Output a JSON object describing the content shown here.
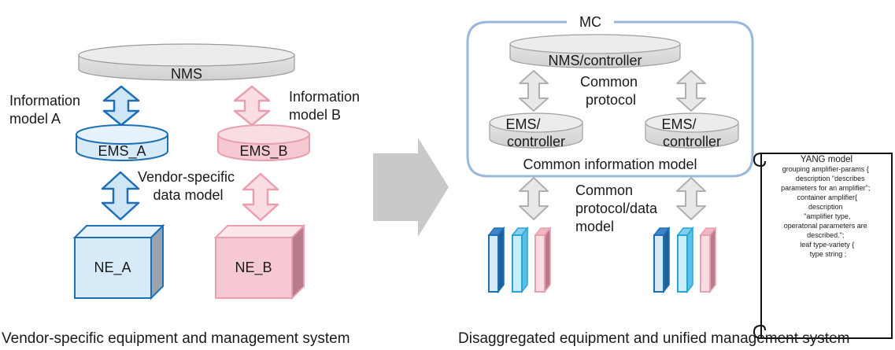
{
  "left_panel": {
    "nms": "NMS",
    "info_model_a": [
      "Information",
      "model A"
    ],
    "info_model_b": [
      "Information",
      "model B"
    ],
    "ems_a": "EMS_A",
    "ems_b": "EMS_B",
    "vendor_model": [
      "Vendor-specific",
      "data model"
    ],
    "ne_a": "NE_A",
    "ne_b": "NE_B",
    "caption": "Vendor-specific equipment and management system"
  },
  "right_panel": {
    "mc": "MC",
    "nms_controller": "NMS/controller",
    "common_protocol": [
      "Common",
      "protocol"
    ],
    "ems_controller": [
      "EMS/",
      "controller"
    ],
    "common_info_model": "Common information model",
    "common_protocol_data": [
      "Common",
      "protocol/data",
      "model"
    ],
    "caption": "Disaggregated equipment and unified management system"
  },
  "yang": {
    "title": "YANG model",
    "lines": [
      "grouping amplifier-params {",
      "description \"describes",
      "parameters for an amplifier\";",
      "container amplifier{",
      "description",
      "\"amplifier type,",
      "operatonal parameters are",
      "described.\";",
      "leaf type-variety {",
      "type string ;"
    ]
  },
  "colors": {
    "blue_stroke": "#1f6fb5",
    "blue_fill": "#d6eaf8",
    "pink_stroke": "#e8a0b0",
    "pink_fill": "#f9dde3",
    "gray_fill": "#dcdcdc",
    "mc_border": "#9ab8dc"
  }
}
